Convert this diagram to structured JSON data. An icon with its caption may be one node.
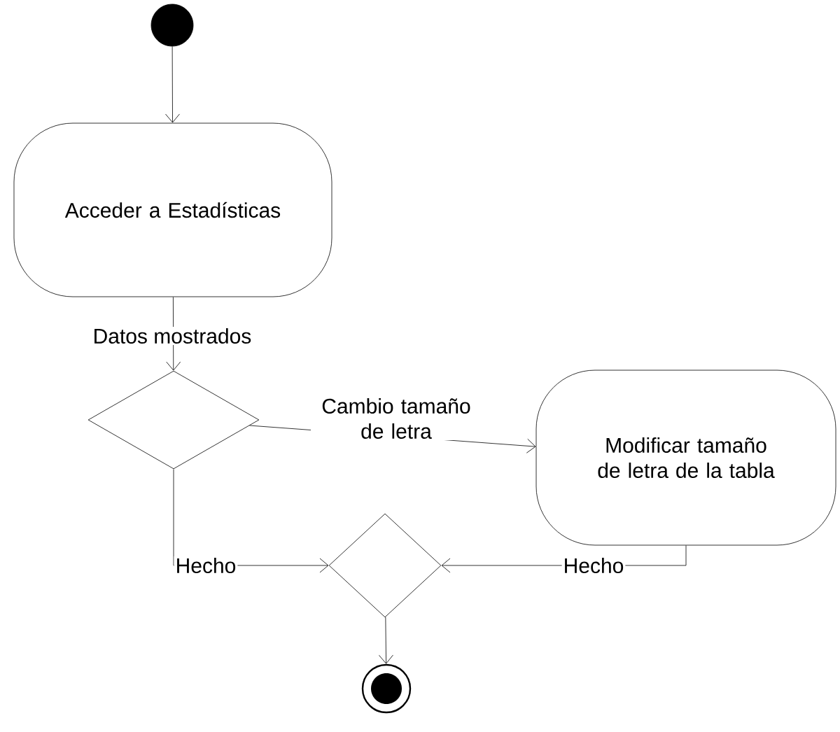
{
  "diagram": {
    "nodes": [
      {
        "text": [],
        "shape": "circle"
      },
      {
        "text": [
          "Acceder a Estadísticas"
        ]
      },
      {
        "text": [],
        "shape": "diamond"
      },
      {
        "text": [
          "Modificar tamaño de letra de la tabla"
        ]
      },
      {
        "text": [],
        "shape": "diamond"
      },
      {
        "text": [],
        "shape": "circle"
      }
    ],
    "edges": [
      {
        "from": 0,
        "to": 1,
        "arrow": "to"
      },
      {
        "from": 1,
        "to": 2,
        "arrow": "to",
        "label": "Datos mostrados"
      },
      {
        "from": 2,
        "to": 3,
        "arrow": "to",
        "label": "Cambio tamaño de letra"
      },
      {
        "from": 2,
        "to": 4,
        "arrow": "to",
        "label": "Hecho"
      },
      {
        "from": 3,
        "to": 4,
        "arrow": "to",
        "label": "Hecho"
      },
      {
        "from": 4,
        "to": 5,
        "arrow": "to"
      }
    ]
  }
}
